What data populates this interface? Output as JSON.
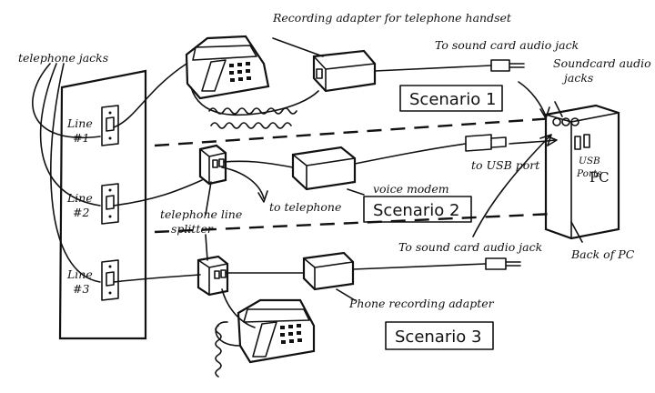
{
  "labels": {
    "telephone_jacks": "telephone jacks",
    "line1": "Line #1",
    "line2": "Line #2",
    "line3": "Line #3",
    "recording_adapter": "Recording adapter for telephone handset",
    "to_sound_card_1": "To sound card audio jack",
    "soundcard_audio_jacks": "Soundcard audio jacks",
    "pc": "PC",
    "usb_ports": "USB Ports",
    "to_usb_port": "to USB port",
    "voice_modem": "voice modem",
    "to_telephone": "to telephone",
    "telephone_line_splitter": "telephone line splitter",
    "to_sound_card_2": "To sound card audio jack",
    "back_of_pc": "Back of PC",
    "phone_recording_adapter": "Phone recording adapter"
  },
  "scenarios": [
    "Scenario 1",
    "Scenario 2",
    "Scenario 3"
  ]
}
